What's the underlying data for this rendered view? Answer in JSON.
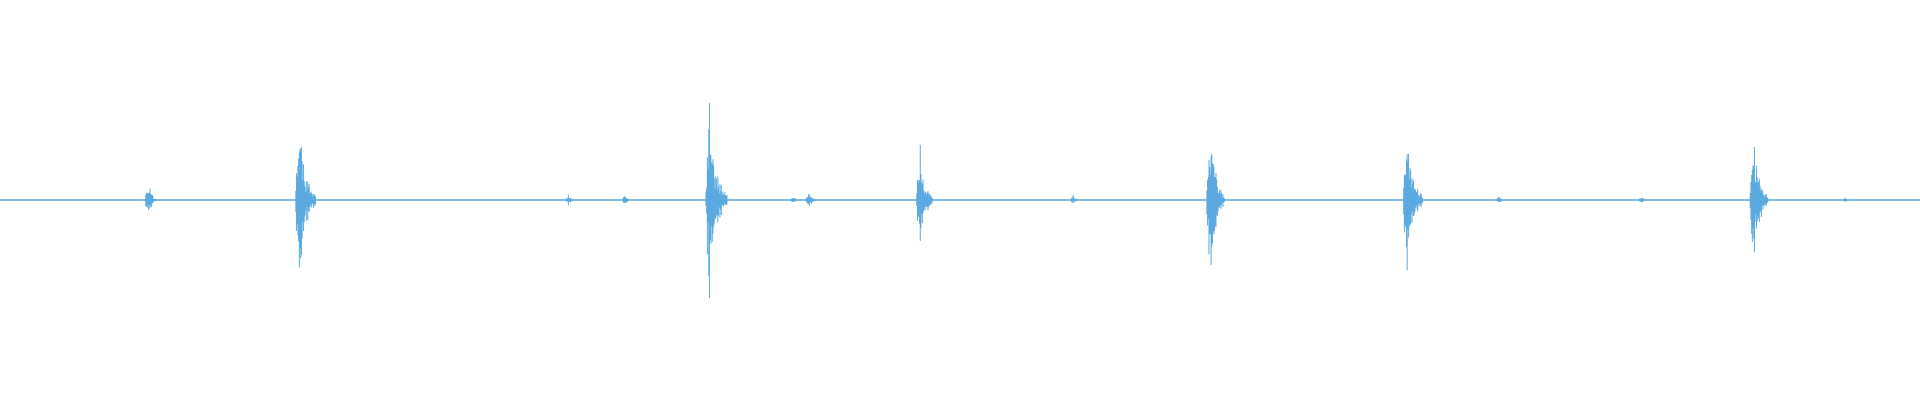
{
  "waveform": {
    "color": "#5aa9e0",
    "duration_fraction_events": [
      {
        "position": 0.0773,
        "amplitude": 0.15
      },
      {
        "position": 0.1558,
        "amplitude": 0.75
      },
      {
        "position": 0.2963,
        "amplitude": 0.05
      },
      {
        "position": 0.3256,
        "amplitude": 0.04
      },
      {
        "position": 0.3694,
        "amplitude": 0.85
      },
      {
        "position": 0.4134,
        "amplitude": 0.03
      },
      {
        "position": 0.4214,
        "amplitude": 0.09
      },
      {
        "position": 0.4792,
        "amplitude": 0.48
      },
      {
        "position": 0.5591,
        "amplitude": 0.04
      },
      {
        "position": 0.6303,
        "amplitude": 0.62
      },
      {
        "position": 0.7328,
        "amplitude": 0.72
      },
      {
        "position": 0.7807,
        "amplitude": 0.03
      },
      {
        "position": 0.8553,
        "amplitude": 0.03
      },
      {
        "position": 0.9133,
        "amplitude": 0.62
      },
      {
        "position": 0.9612,
        "amplitude": 0.02
      }
    ]
  }
}
